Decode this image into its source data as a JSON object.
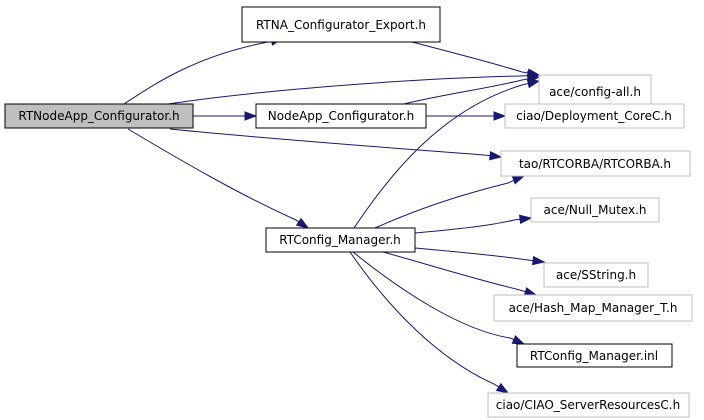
{
  "diagram": {
    "type": "include-dependency-graph",
    "colors": {
      "edge": "#191970",
      "root_fill": "#bfbfbf",
      "documented_border": "#000000",
      "undocumented_border": "#bfbfbf"
    },
    "nodes": [
      {
        "id": "root",
        "label": "RTNodeApp_Configurator.h",
        "kind": "root"
      },
      {
        "id": "export",
        "label": "RTNA_Configurator_Export.h",
        "kind": "documented"
      },
      {
        "id": "configall",
        "label": "ace/config-all.h",
        "kind": "external"
      },
      {
        "id": "nodeapp",
        "label": "NodeApp_Configurator.h",
        "kind": "documented"
      },
      {
        "id": "deploy",
        "label": "ciao/Deployment_CoreC.h",
        "kind": "external"
      },
      {
        "id": "rtcorba",
        "label": "tao/RTCORBA/RTCORBA.h",
        "kind": "external"
      },
      {
        "id": "rtconfig",
        "label": "RTConfig_Manager.h",
        "kind": "documented"
      },
      {
        "id": "nullmutex",
        "label": "ace/Null_Mutex.h",
        "kind": "external"
      },
      {
        "id": "sstring",
        "label": "ace/SString.h",
        "kind": "external"
      },
      {
        "id": "hashmap",
        "label": "ace/Hash_Map_Manager_T.h",
        "kind": "external"
      },
      {
        "id": "inl",
        "label": "RTConfig_Manager.inl",
        "kind": "documented"
      },
      {
        "id": "serverres",
        "label": "ciao/CIAO_ServerResourcesC.h",
        "kind": "external"
      }
    ],
    "edges": [
      {
        "from": "root",
        "to": "export"
      },
      {
        "from": "root",
        "to": "configall"
      },
      {
        "from": "root",
        "to": "nodeapp"
      },
      {
        "from": "root",
        "to": "rtcorba"
      },
      {
        "from": "root",
        "to": "rtconfig"
      },
      {
        "from": "export",
        "to": "configall"
      },
      {
        "from": "nodeapp",
        "to": "configall"
      },
      {
        "from": "nodeapp",
        "to": "deploy"
      },
      {
        "from": "rtconfig",
        "to": "configall"
      },
      {
        "from": "rtconfig",
        "to": "rtcorba"
      },
      {
        "from": "rtconfig",
        "to": "nullmutex"
      },
      {
        "from": "rtconfig",
        "to": "sstring"
      },
      {
        "from": "rtconfig",
        "to": "hashmap"
      },
      {
        "from": "rtconfig",
        "to": "inl"
      },
      {
        "from": "rtconfig",
        "to": "serverres"
      }
    ]
  }
}
